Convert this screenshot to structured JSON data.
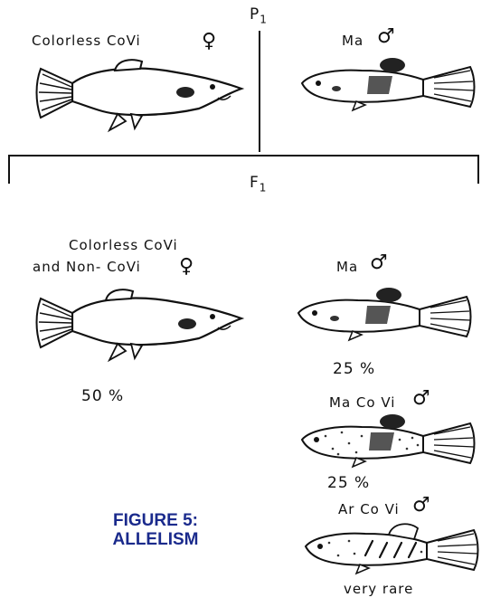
{
  "header": {
    "generation_p": "P",
    "generation_p_sub": "1",
    "generation_f": "F",
    "generation_f_sub": "1"
  },
  "parents": {
    "female_label": "Colorless CoVi",
    "female_symbol": "♀",
    "male_label": "Ma",
    "male_symbol": "♂"
  },
  "offspring": {
    "female_label_line1": "Colorless CoVi",
    "female_label_line2": "and Non- CoVi",
    "female_symbol": "♀",
    "female_percent": "50 %",
    "male1_label": "Ma",
    "male1_symbol": "♂",
    "male1_percent": "25 %",
    "male2_label": "Ma Co Vi",
    "male2_symbol": "♂",
    "male2_percent": "25 %",
    "male3_label": "Ar Co Vi",
    "male3_symbol": "♂",
    "male3_percent": "very rare"
  },
  "caption": {
    "line1": "FIGURE 5:",
    "line2": "ALLELISM"
  },
  "colors": {
    "ink": "#111111",
    "caption": "#1a2a8c"
  }
}
